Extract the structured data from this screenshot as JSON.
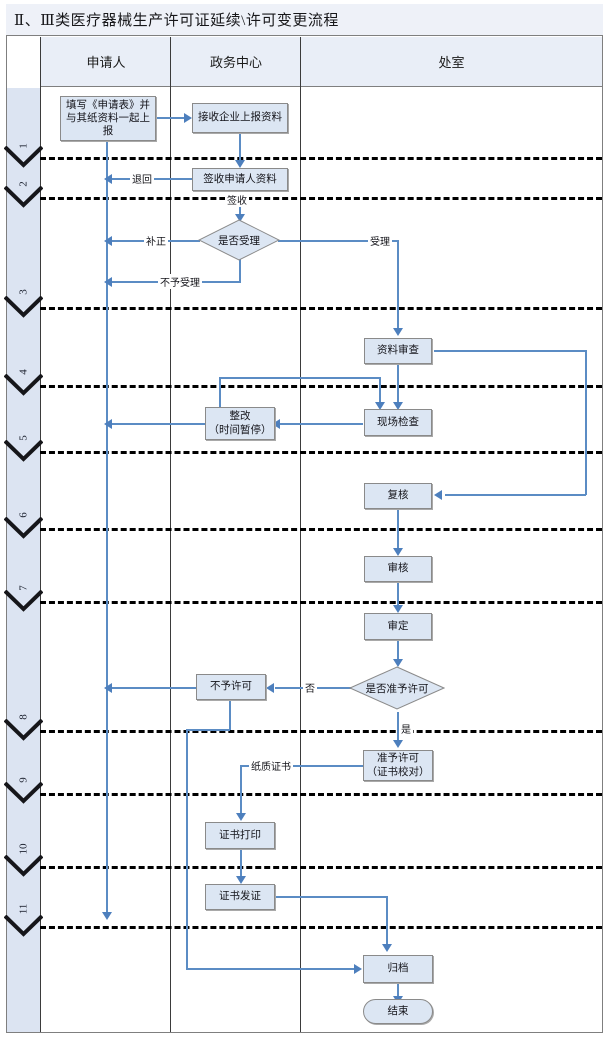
{
  "title": "Ⅱ、Ⅲ类医疗器械生产许可证延续\\许可变更流程",
  "columns": [
    {
      "key": "applicant",
      "label": "申请人"
    },
    {
      "key": "service_center",
      "label": "政务中心"
    },
    {
      "key": "department",
      "label": "处室"
    }
  ],
  "steps": [
    "1",
    "2",
    "3",
    "4",
    "5",
    "6",
    "7",
    "8",
    "9",
    "10",
    "11"
  ],
  "nodes": [
    {
      "id": "n1",
      "label": "填写《申请表》并与其纸资料一起上报",
      "shape": "process",
      "lane": "applicant"
    },
    {
      "id": "n2",
      "label": "接收企业上报资料",
      "shape": "process",
      "lane": "service_center"
    },
    {
      "id": "n3",
      "label": "签收申请人资料",
      "shape": "process",
      "lane": "service_center"
    },
    {
      "id": "n4",
      "label": "是否受理",
      "shape": "decision",
      "lane": "service_center"
    },
    {
      "id": "n5",
      "label": "资料审查",
      "shape": "process",
      "lane": "department"
    },
    {
      "id": "n6",
      "label": "现场检查",
      "shape": "process",
      "lane": "department"
    },
    {
      "id": "n7",
      "label": "整改\n（时间暂停）",
      "shape": "process",
      "lane": "service_center"
    },
    {
      "id": "n8",
      "label": "复核",
      "shape": "process",
      "lane": "department"
    },
    {
      "id": "n9",
      "label": "审核",
      "shape": "process",
      "lane": "department"
    },
    {
      "id": "n10",
      "label": "审定",
      "shape": "process",
      "lane": "department"
    },
    {
      "id": "n11",
      "label": "是否准予许可",
      "shape": "decision",
      "lane": "department"
    },
    {
      "id": "n12",
      "label": "不予许可",
      "shape": "process",
      "lane": "service_center"
    },
    {
      "id": "n13",
      "label": "准予许可\n（证书校对）",
      "shape": "process",
      "lane": "department"
    },
    {
      "id": "n14",
      "label": "证书打印",
      "shape": "process",
      "lane": "service_center"
    },
    {
      "id": "n15",
      "label": "证书发证",
      "shape": "process",
      "lane": "service_center"
    },
    {
      "id": "n16",
      "label": "归档",
      "shape": "process",
      "lane": "department"
    },
    {
      "id": "n17",
      "label": "结束",
      "shape": "terminator",
      "lane": "department"
    }
  ],
  "node_labels": {
    "n1": "填写《申请表》并与其纸资料一起上报",
    "n2": "接收企业上报资料",
    "n3": "签收申请人资料",
    "n4": "是否受理",
    "n5": "资料审查",
    "n6": "现场检查",
    "n7_line1": "整改",
    "n7_line2": "（时间暂停）",
    "n8": "复核",
    "n9": "审核",
    "n10": "审定",
    "n11": "是否准予许可",
    "n12": "不予许可",
    "n13_line1": "准予许可",
    "n13_line2": "（证书校对）",
    "n14": "证书打印",
    "n15": "证书发证",
    "n16": "归档",
    "n17": "结束"
  },
  "edge_labels": {
    "return": "退回",
    "sign": "签收",
    "supplement": "补正",
    "accept": "受理",
    "reject_accept": "不予受理",
    "no": "否",
    "yes": "是",
    "paper_cert": "纸质证书"
  },
  "colors": {
    "node_fill": "#dce6f3",
    "node_border": "#8a8a8a",
    "connector": "#5b8cc4",
    "arrow": "#4d7fbd",
    "band": "#dce4f2",
    "header_fill": "#e9eef7",
    "title_fill": "#eef1f8",
    "frame": "#7f7f7f",
    "divider": "#000000"
  }
}
